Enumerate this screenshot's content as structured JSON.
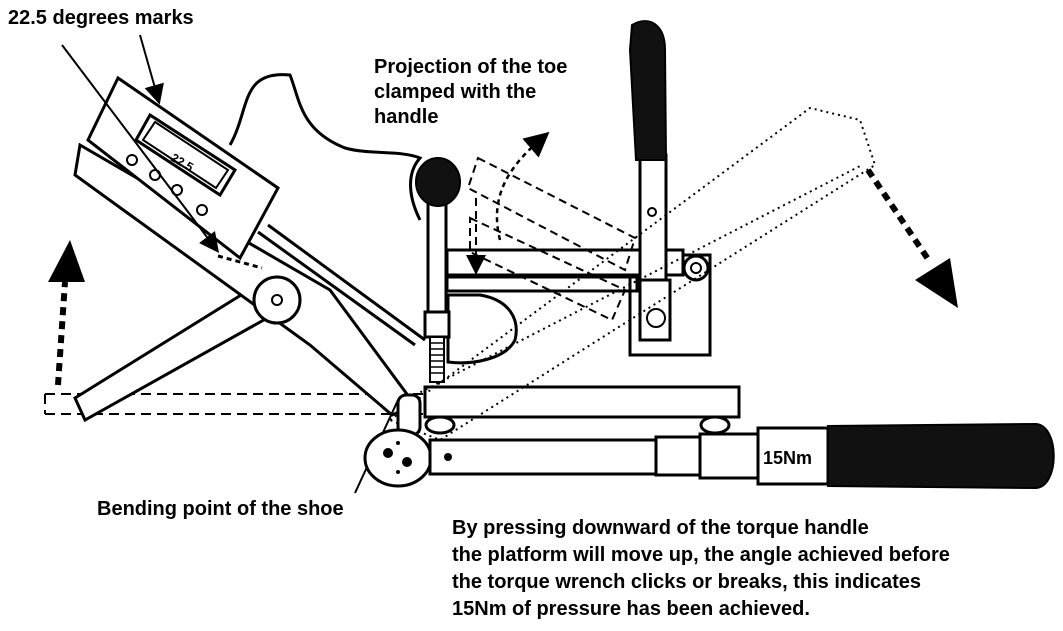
{
  "labels": {
    "degrees_marks": "22.5 degrees marks",
    "projection": [
      "Projection of the toe",
      "clamped with the",
      "handle"
    ],
    "bending_point": "Bending point of the shoe",
    "description": [
      "By pressing downward of the torque handle",
      "the platform will move up, the angle achieved before",
      "the torque wrench clicks or breaks, this indicates",
      "15Nm of pressure has been achieved."
    ],
    "dial_reading": "22.5",
    "torque_setting": "15Nm"
  },
  "colors": {
    "ink": "#000000",
    "paper": "#ffffff",
    "handle_grip": "#111111"
  }
}
